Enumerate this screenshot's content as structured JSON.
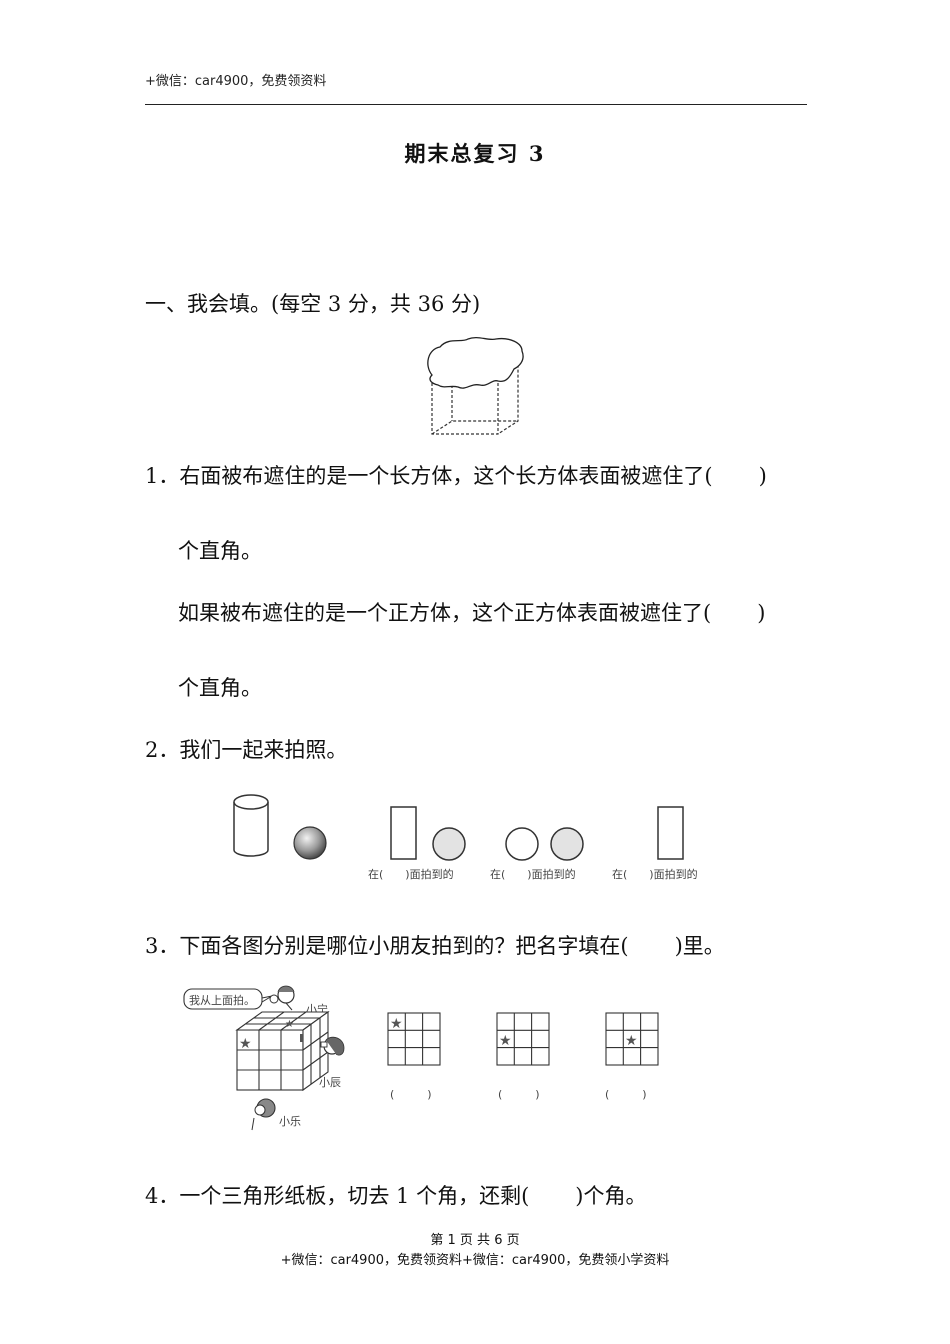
{
  "header": {
    "note": "+微信：car4900，免费领资料"
  },
  "title": "期末总复习 3",
  "section1": {
    "heading": "一、我会填。(每空 3 分，共 36 分)"
  },
  "q1": {
    "number": "1．",
    "line1": "右面被布遮住的是一个长方体，这个长方体表面被遮住了(",
    "close": ")",
    "line2": "个直角。",
    "line3": "如果被布遮住的是一个正方体，这个正方体表面被遮住了(",
    "line4": "个直角。"
  },
  "q2": {
    "number": "2．",
    "text": "我们一起来拍照。",
    "captions": [
      "在(　　)面拍到的",
      "在(　　)面拍到的",
      "在(　　)面拍到的"
    ]
  },
  "q3": {
    "number": "3．",
    "text_before": "下面各图分别是哪位小朋友拍到的？把名字填在(",
    "text_after": ")里。",
    "speech": "我从上面拍。",
    "names": [
      "小宁",
      "小辰",
      "小乐"
    ],
    "answer_slots": [
      "(　　　)",
      "(　　　)",
      "(　　　)"
    ]
  },
  "q4": {
    "number": "4．",
    "text_before": "一个三角形纸板，切去 1 个角，还剩(",
    "text_after": ")个角。"
  },
  "footer": {
    "page": "第 1 页 共 6 页",
    "note": "+微信：car4900，免费领资料+微信：car4900，免费领小学资料"
  }
}
